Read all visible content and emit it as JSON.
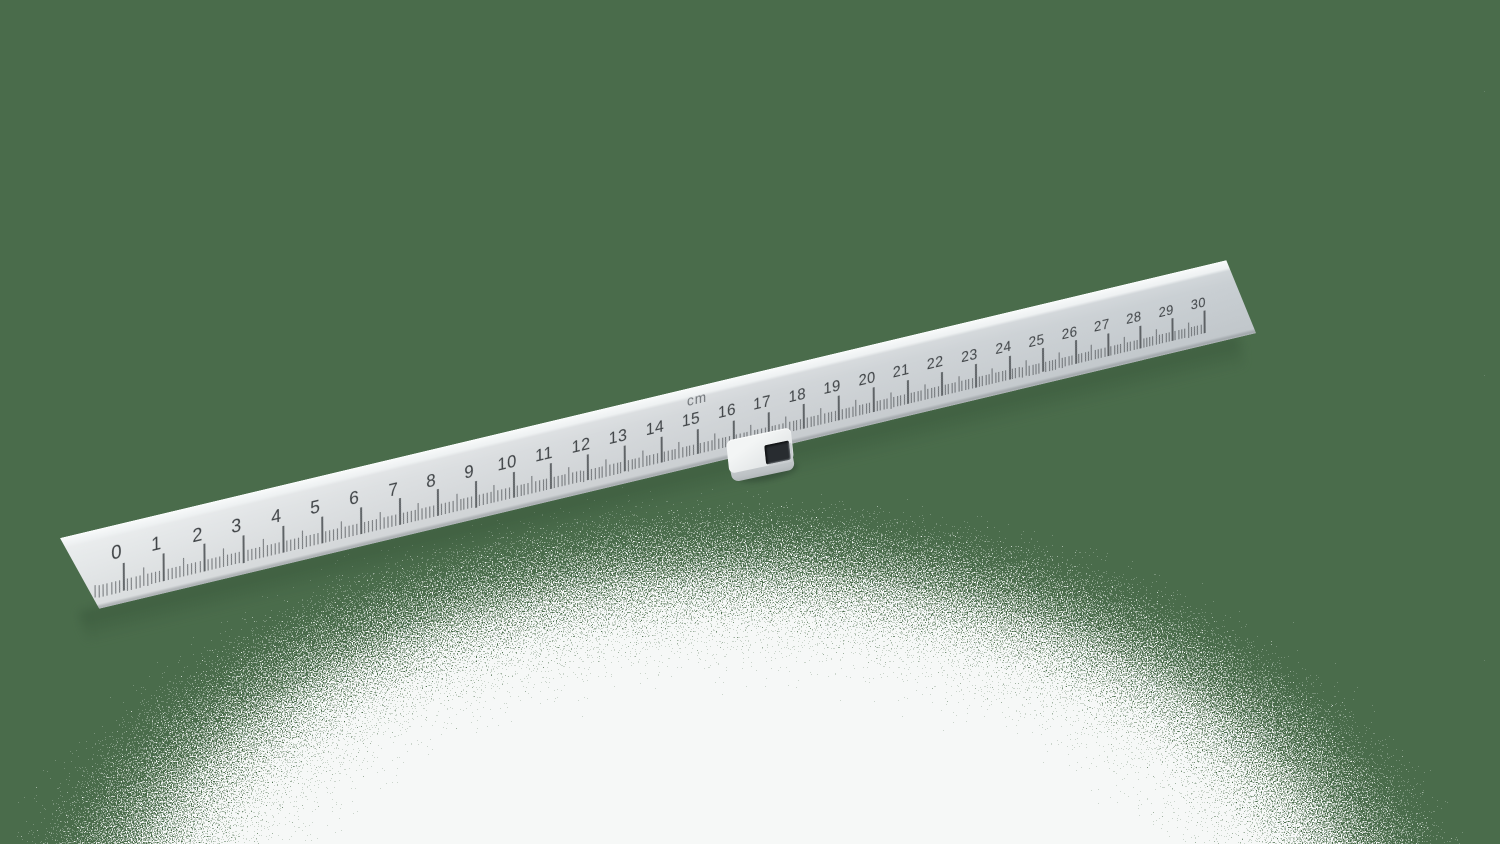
{
  "colors": {
    "background_green": "#4a6c4b",
    "glow_white": "#f6f8f7",
    "speckle_light": "#bcc6bd",
    "ruler_face_light": "#e7eaeb",
    "ruler_face_dark": "#c9cfd3",
    "ruler_bevel": "#f6f8f8",
    "ruler_bottom_edge": "#b2b7ba",
    "tick_color": "#54585b",
    "digit_color": "#3e4245",
    "unit_label_color": "#6f7478",
    "object_top": "#f2f4f4",
    "object_side": "#bfc4c7",
    "object_pocket": "#282c30"
  },
  "ruler": {
    "unit": "cm",
    "min": 0,
    "max": 30,
    "numbers": [
      0,
      1,
      2,
      3,
      4,
      5,
      6,
      7,
      8,
      9,
      10,
      11,
      12,
      13,
      14,
      15,
      16,
      17,
      18,
      19,
      20,
      21,
      22,
      23,
      24,
      25,
      26,
      27,
      28,
      29,
      30
    ],
    "minor_ticks_per_cm": 10
  },
  "object": {
    "label": "small box with dark recessed notch",
    "span_cm": [
      16.1,
      17.9
    ]
  }
}
